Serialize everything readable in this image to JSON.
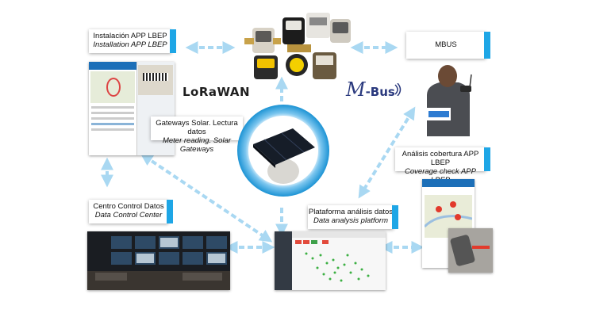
{
  "brand": {
    "lorawan": "LoRaWAN",
    "mbus_m": "M",
    "mbus_rest": "-Bus"
  },
  "labels": {
    "installation": {
      "line1": "Instalación APP LBEP",
      "line2": "Installation APP LBEP"
    },
    "mbus": {
      "line1": "MBUS"
    },
    "gateways": {
      "line1": "Gateways Solar. Lectura datos",
      "line2": "Meter reading. Solar Gateways"
    },
    "coverage": {
      "line1": "Análisis cobertura APP LBEP",
      "line2": "Coverage check APP LBEP"
    },
    "control_center": {
      "line1": "Centro Control Datos",
      "line2": "Data Control Center"
    },
    "platform": {
      "line1": "Plataforma análisis datos",
      "line2": "Data analysis platform"
    }
  },
  "colors": {
    "accent_blue": "#1ea6e6",
    "arrow_blue": "#a9d8f2",
    "ring_blue": "#2aa3de"
  },
  "icons": [
    "water-meter-icon",
    "phone-app-icon",
    "solar-gateway-icon",
    "technician-icon",
    "monitor-wall-icon",
    "dashboard-icon",
    "map-pin-icon",
    "radio-waves-icon"
  ]
}
